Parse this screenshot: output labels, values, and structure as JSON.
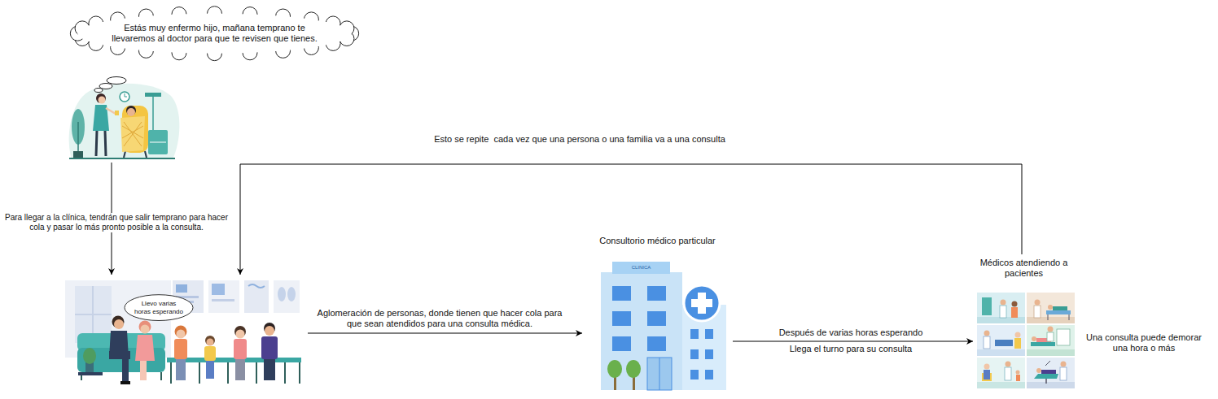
{
  "diagram": {
    "nodes": [
      {
        "text": [
          "Estás muy enfermo hijo, mañana temprano te llevaremos al doctor para que te revisen que tienes."
        ]
      },
      {
        "text": [
          "Llevo varias horas esperando"
        ]
      },
      {
        "text": [
          "Consultorio médico particular"
        ]
      },
      {
        "text": [
          "Médicos atendiendo a pacientes",
          "Una consulta puede demorar una hora o más"
        ]
      }
    ],
    "edges": [
      {
        "from": 0,
        "to": 1,
        "arrow": "to",
        "label": "Para llegar a la clínica, tendrán que salir temprano para hacer cola y pasar lo más pronto posible a la consulta."
      },
      {
        "from": 1,
        "to": 2,
        "arrow": "to",
        "label": "Aglomeración de personas, donde tienen que hacer cola para que sean atendidos para una consulta médica."
      },
      {
        "from": 2,
        "to": 3,
        "arrow": "to",
        "label": "Después de varias horas esperando"
      },
      {
        "from": 3,
        "to": 1,
        "arrow": "to",
        "label": "Esto se repite  cada vez que una persona o una familia va a una consulta"
      }
    ],
    "labels": [
      "Llega el turno para su consulta",
      "CLINICA"
    ]
  }
}
